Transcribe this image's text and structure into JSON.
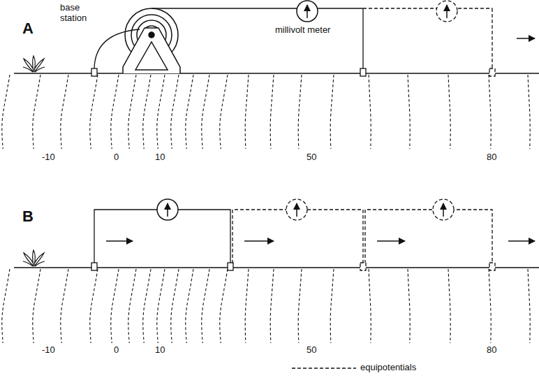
{
  "diagram": {
    "labels": [
      "A",
      "base station",
      "millivolt meter",
      "-10",
      "0",
      "10",
      "50",
      "80",
      "B",
      "-10",
      "0",
      "10",
      "50",
      "80"
    ],
    "legend": [
      {
        "text": "equipotentials"
      }
    ]
  }
}
